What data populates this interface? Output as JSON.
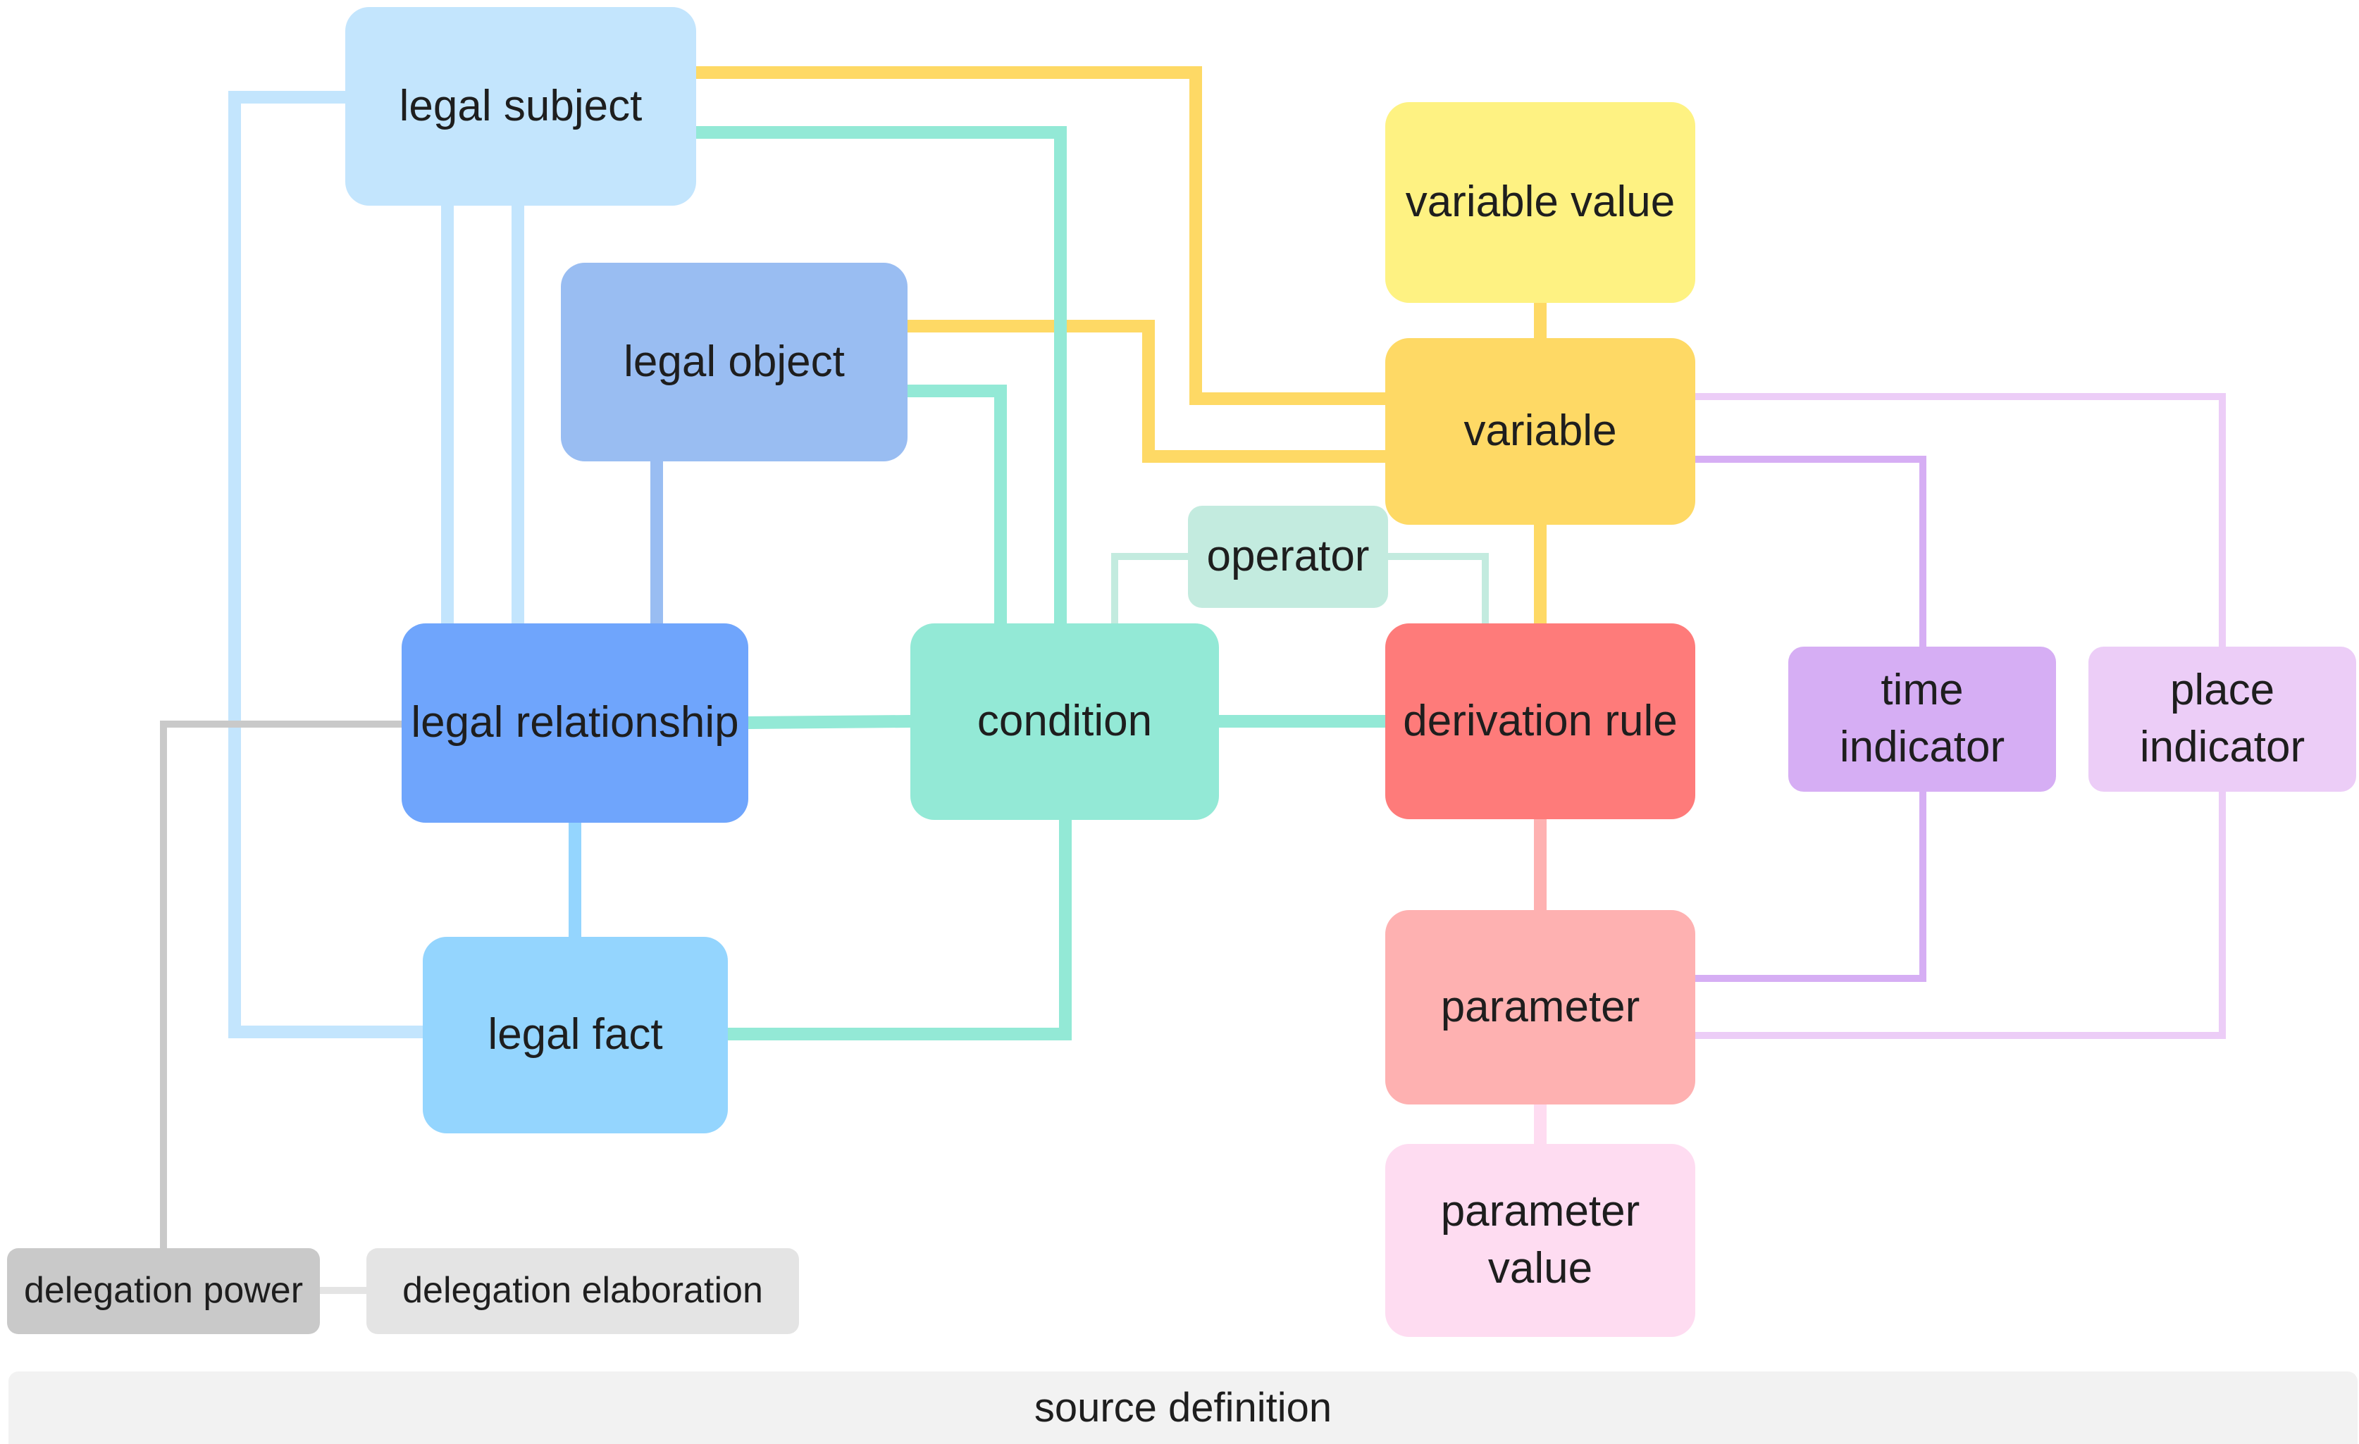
{
  "diagram": {
    "nodes": [
      {
        "id": "legal-subject",
        "label": "legal subject"
      },
      {
        "id": "legal-object",
        "label": "legal object"
      },
      {
        "id": "legal-relationship",
        "label": "legal relationship"
      },
      {
        "id": "condition",
        "label": "condition"
      },
      {
        "id": "legal-fact",
        "label": "legal fact"
      },
      {
        "id": "variable-value",
        "label": "variable value"
      },
      {
        "id": "variable",
        "label": "variable"
      },
      {
        "id": "operator",
        "label": "operator"
      },
      {
        "id": "derivation-rule",
        "label": "derivation rule"
      },
      {
        "id": "time-indicator",
        "label": "time\nindicator"
      },
      {
        "id": "place-indicator",
        "label": "place\nindicator"
      },
      {
        "id": "parameter",
        "label": "parameter"
      },
      {
        "id": "parameter-value",
        "label": "parameter\nvalue"
      },
      {
        "id": "delegation-power",
        "label": "delegation power"
      },
      {
        "id": "delegation-elaboration",
        "label": "delegation elaboration"
      }
    ],
    "edges": [
      {
        "from": "legal-subject",
        "to": "variable"
      },
      {
        "from": "legal-subject",
        "to": "condition"
      },
      {
        "from": "legal-subject",
        "to": "legal-relationship"
      },
      {
        "from": "legal-subject",
        "to": "legal-fact"
      },
      {
        "from": "legal-object",
        "to": "variable"
      },
      {
        "from": "legal-object",
        "to": "condition"
      },
      {
        "from": "legal-object",
        "to": "legal-relationship"
      },
      {
        "from": "legal-relationship",
        "to": "condition"
      },
      {
        "from": "legal-relationship",
        "to": "legal-fact"
      },
      {
        "from": "legal-relationship",
        "to": "delegation-power"
      },
      {
        "from": "condition",
        "to": "derivation-rule"
      },
      {
        "from": "condition",
        "to": "legal-fact"
      },
      {
        "from": "condition",
        "to": "operator"
      },
      {
        "from": "operator",
        "to": "derivation-rule"
      },
      {
        "from": "variable-value",
        "to": "variable"
      },
      {
        "from": "variable",
        "to": "derivation-rule"
      },
      {
        "from": "variable",
        "to": "time-indicator"
      },
      {
        "from": "variable",
        "to": "place-indicator"
      },
      {
        "from": "derivation-rule",
        "to": "parameter"
      },
      {
        "from": "parameter",
        "to": "time-indicator"
      },
      {
        "from": "parameter",
        "to": "place-indicator"
      },
      {
        "from": "parameter",
        "to": "parameter-value"
      },
      {
        "from": "delegation-power",
        "to": "delegation-elaboration"
      }
    ],
    "colors": {
      "legal-subject": "#c3e5fd",
      "legal-object": "#99bdf2",
      "legal-relationship": "#6fa5fc",
      "condition": "#93e9d6",
      "legal-fact": "#94d5fe",
      "variable-value": "#fef282",
      "variable": "#fed965",
      "operator": "#c3ebdf",
      "derivation-rule": "#fe7b7a",
      "time-indicator": "#d6aef4",
      "place-indicator": "#eccdf7",
      "parameter": "#feb1b1",
      "parameter-value": "#fedcf1",
      "delegation-power": "#c9c9c9",
      "delegation-elaboration": "#e4e4e4"
    },
    "source_label": "source definition"
  }
}
